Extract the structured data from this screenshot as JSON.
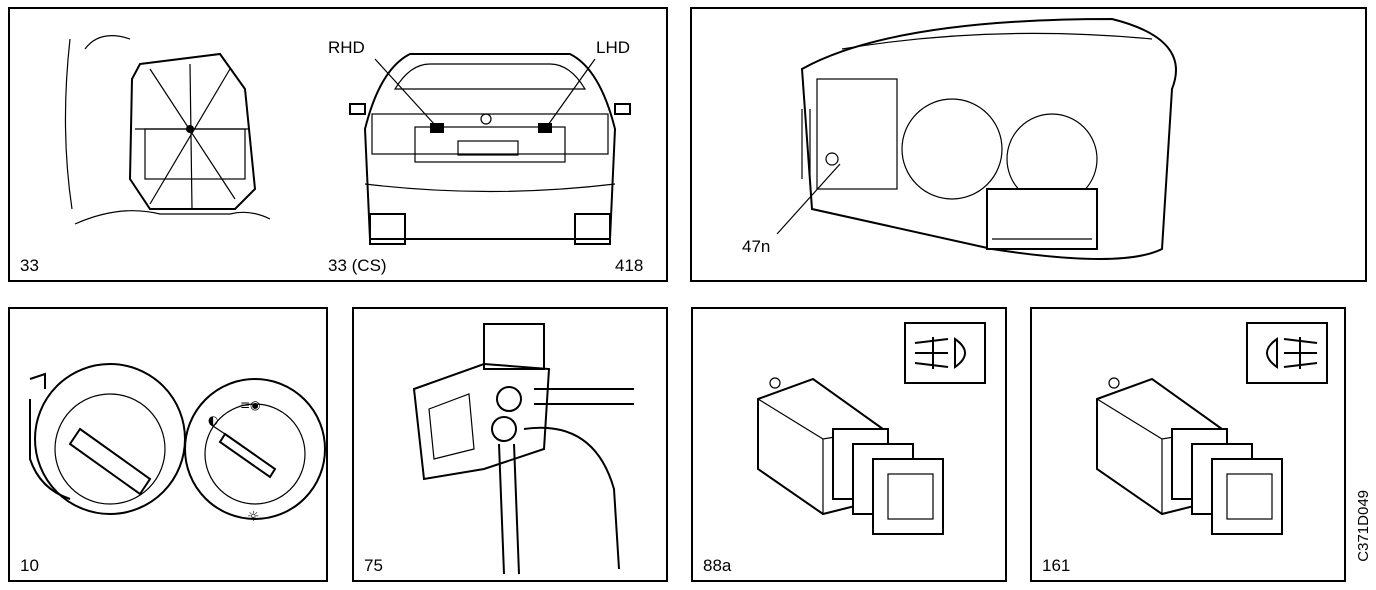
{
  "panels": {
    "p1": {
      "left_label": "33",
      "center_label": "33 (CS)",
      "right_label": "418",
      "callout_rhd": "RHD",
      "callout_lhd": "LHD"
    },
    "p2": {
      "callout": "47n"
    },
    "p3": {
      "label": "10"
    },
    "p4": {
      "label": "75"
    },
    "p5": {
      "label": "88a"
    },
    "p6": {
      "label": "161"
    }
  },
  "side_code": "C371D049",
  "icons": {
    "p5": "front-fog-lamp-symbol-icon",
    "p6": "rear-fog-lamp-symbol-icon"
  }
}
